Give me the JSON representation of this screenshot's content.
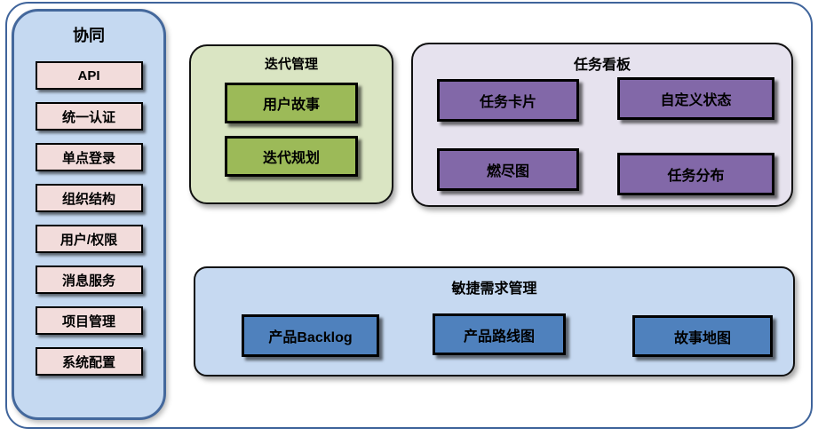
{
  "sidebar": {
    "title": "协同",
    "items": [
      "API",
      "统一认证",
      "单点登录",
      "组织结构",
      "用户/权限",
      "消息服务",
      "项目管理",
      "系统配置"
    ]
  },
  "iteration_group": {
    "title": "迭代管理",
    "items": [
      "用户故事",
      "迭代规划"
    ]
  },
  "kanban_group": {
    "title": "任务看板",
    "items": [
      "任务卡片",
      "自定义状态",
      "燃尽图",
      "任务分布"
    ]
  },
  "agile_group": {
    "title": "敏捷需求管理",
    "items": [
      "产品Backlog",
      "产品路线图",
      "故事地图"
    ]
  },
  "palette": {
    "frame_border": "#3f649b",
    "sidebar_bg": "#c5d9f1",
    "sidebar_border": "#44689c",
    "sidebar_item_bg": "#f2dcdb",
    "iteration_bg": "#dae5c3",
    "iteration_item_bg": "#9cba58",
    "kanban_bg": "#e6e2ee",
    "kanban_item_bg": "#8268a8",
    "agile_bg": "#c6d9f1",
    "agile_item_bg": "#4f81bd",
    "item_border": "#000000",
    "text": "#000000"
  }
}
